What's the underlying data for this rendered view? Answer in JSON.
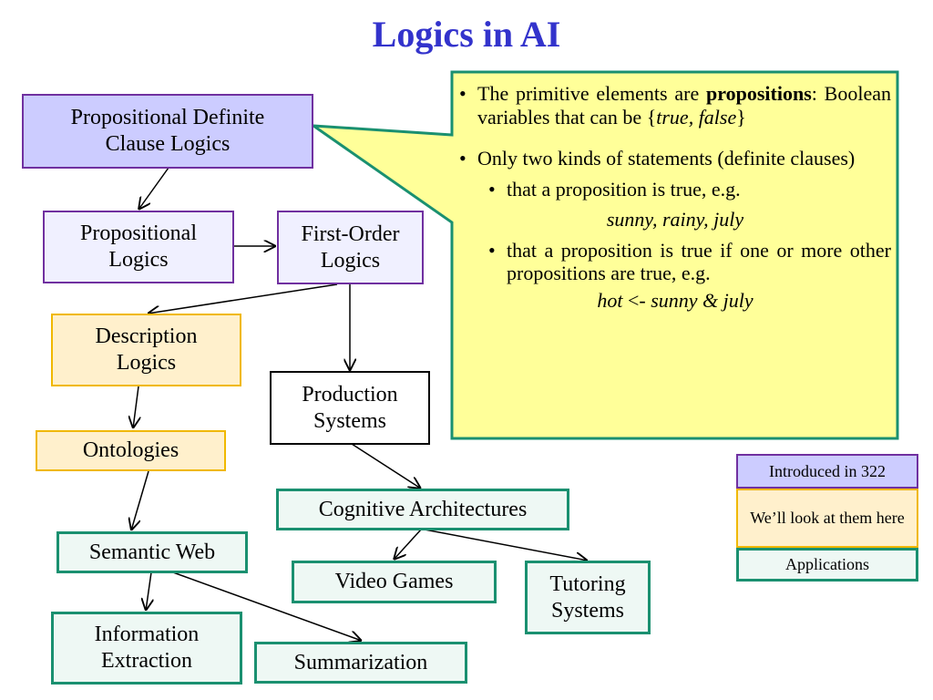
{
  "title": "Logics in AI",
  "nodes": {
    "pdcl": "Propositional Definite\nClause  Logics",
    "propositional": "Propositional\nLogics",
    "first_order": "First-Order\nLogics",
    "description": "Description\nLogics",
    "production": "Production\nSystems",
    "ontologies": "Ontologies",
    "cognitive": "Cognitive Architectures",
    "semantic_web": "Semantic Web",
    "video_games": "Video Games",
    "tutoring": "Tutoring\nSystems",
    "info_extraction": "Information\nExtraction",
    "summarization": "Summarization"
  },
  "callout": {
    "bullet1_pre": "The primitive elements are ",
    "bullet1_bold": "propositions",
    "bullet1_mid": ":  Boolean variables that can be {",
    "bullet1_italic": "true, false",
    "bullet1_post": "}",
    "bullet2": "Only two kinds of statements (definite clauses)",
    "sub1": "that a proposition is true, e.g.",
    "example1": "sunny,  rainy, july",
    "sub2": "that a proposition is true if one or more other propositions are true, e.g.",
    "example2_a": "hot",
    "example2_b": " <- ",
    "example2_c": "sunny  & july"
  },
  "legend": {
    "introduced": "Introduced in 322",
    "look_here": "We’ll look at them here",
    "applications": "Applications"
  },
  "colors": {
    "title": "#3333cc",
    "purple_border": "#7030a0",
    "purple_fill": "#ccccff",
    "orange_border": "#f0b800",
    "orange_fill": "#fff0cc",
    "teal_border": "#1a9070",
    "callout_fill": "#ffff99",
    "callout_border": "#1a9070"
  }
}
